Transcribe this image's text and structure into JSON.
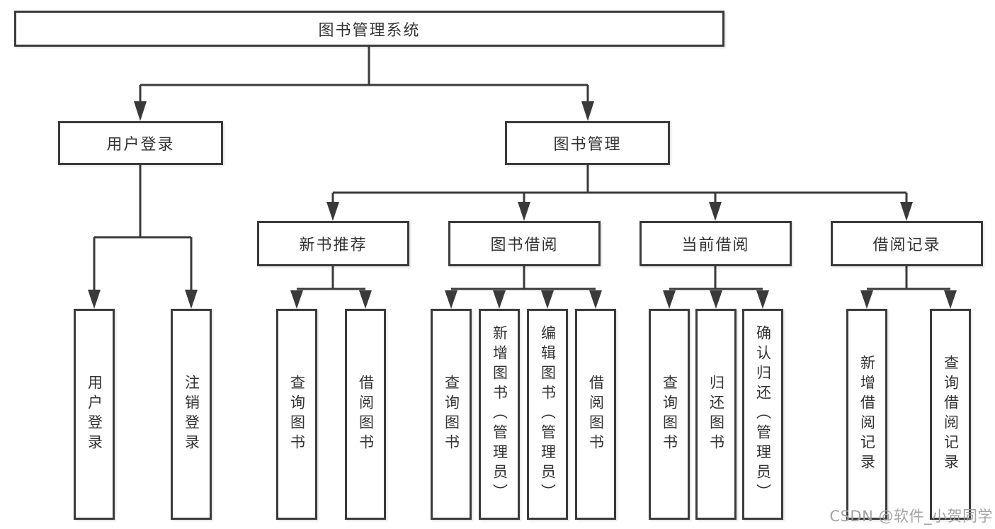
{
  "colors": {
    "background": "#ffffff",
    "line": "#3a3a3a",
    "box_border": "#3b3b3b",
    "text": "#333333",
    "watermark": "#9e9e9e"
  },
  "nodes": {
    "root": {
      "label": "图书管理系统"
    },
    "user_login": {
      "label": "用户登录"
    },
    "book_management": {
      "label": "图书管理"
    },
    "new_book_recommend": {
      "label": "新书推荐"
    },
    "book_borrowing": {
      "label": "图书借阅"
    },
    "current_borrowing": {
      "label": "当前借阅"
    },
    "borrowing_records": {
      "label": "借阅记录"
    },
    "user_login_children": [
      {
        "label": "用户登录"
      },
      {
        "label": "注销登录"
      }
    ],
    "new_book_children": [
      {
        "label": "查询图书"
      },
      {
        "label": "借阅图书"
      }
    ],
    "book_borrowing_children": [
      {
        "label": "查询图书"
      },
      {
        "label": "新增图书（管理员）"
      },
      {
        "label": "编辑图书（管理员）"
      },
      {
        "label": "借阅图书"
      }
    ],
    "current_borrowing_children": [
      {
        "label": "查询图书"
      },
      {
        "label": "归还图书"
      },
      {
        "label": "确认归还（管理员）"
      }
    ],
    "borrowing_records_children": [
      {
        "label": "新增借阅记录"
      },
      {
        "label": "查询借阅记录"
      }
    ]
  },
  "watermark": {
    "text": "CSDN @软件_小贺同学"
  }
}
